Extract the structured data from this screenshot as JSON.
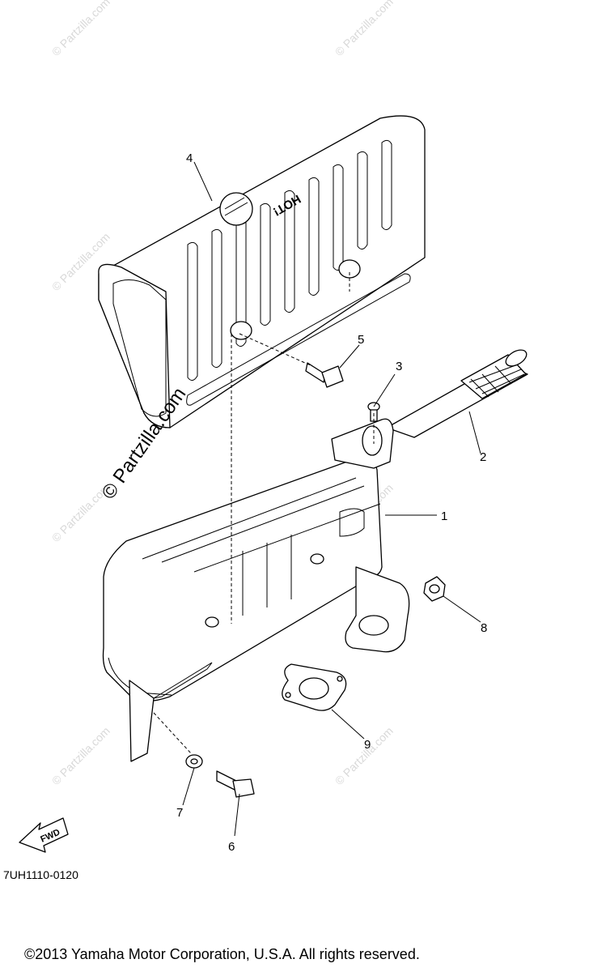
{
  "diagram": {
    "code": "7UH1110-0120",
    "copyright": "©2013  Yamaha Motor Corporation, U.S.A. All rights reserved.",
    "side_watermark": "© Partzilla.com",
    "watermark_text": "© Partzilla.com",
    "cover_embossed_text": "HOT!",
    "direction_label": "FWD",
    "callouts": [
      "1",
      "2",
      "3",
      "4",
      "5",
      "6",
      "7",
      "8",
      "9"
    ]
  }
}
